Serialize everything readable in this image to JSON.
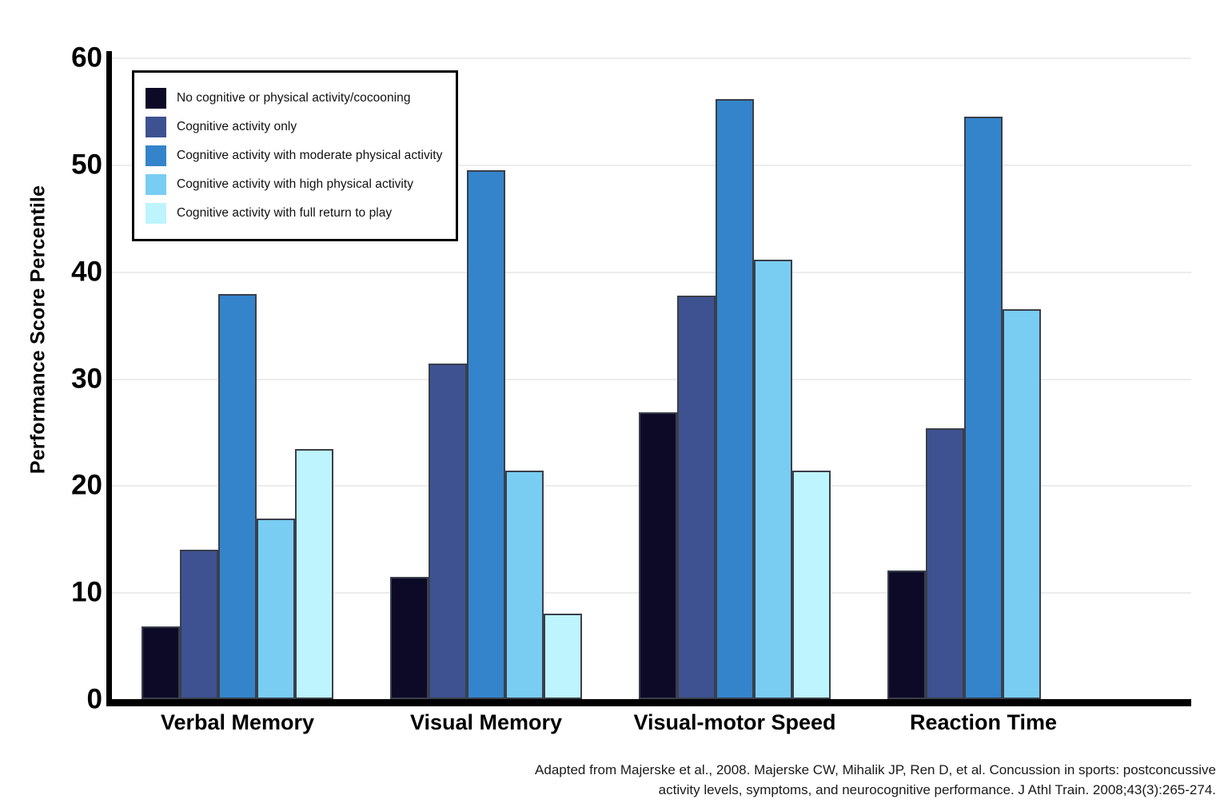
{
  "chart_data": {
    "type": "bar",
    "title": "",
    "xlabel": "",
    "ylabel": "Performance Score Percentile",
    "ylim": [
      0,
      60
    ],
    "yticks": [
      0,
      10,
      20,
      30,
      40,
      50,
      60
    ],
    "grid": true,
    "legend_position": "top-left",
    "categories": [
      "Verbal Memory",
      "Visual Memory",
      "Visual-motor Speed",
      "Reaction Time"
    ],
    "series": [
      {
        "name": "No cognitive or physical activity/cocooning",
        "color": "#0d0a28",
        "values": [
          6.8,
          11.4,
          26.8,
          12.0
        ]
      },
      {
        "name": "Cognitive activity only",
        "color": "#3e5291",
        "values": [
          14.0,
          31.4,
          37.7,
          25.3
        ]
      },
      {
        "name": "Cognitive activity with moderate physical activity",
        "color": "#3484cb",
        "values": [
          37.9,
          49.5,
          56.1,
          54.5
        ]
      },
      {
        "name": "Cognitive activity with high physical activity",
        "color": "#79cdf2",
        "values": [
          16.9,
          21.4,
          41.1,
          36.5
        ]
      },
      {
        "name": "Cognitive activity with full return to play",
        "color": "#bdf4fd",
        "values": [
          23.4,
          8.0,
          21.4,
          null
        ]
      }
    ]
  },
  "axis": {
    "y_title": "Performance Score Percentile",
    "y_tick_labels": [
      "0",
      "10",
      "20",
      "30",
      "40",
      "50",
      "60"
    ],
    "x_tick_labels": [
      "Verbal Memory",
      "Visual Memory",
      "Visual-motor Speed",
      "Reaction Time"
    ]
  },
  "legend": {
    "items": [
      {
        "label": "No cognitive or physical activity/cocooning",
        "color": "#0d0a28"
      },
      {
        "label": "Cognitive activity only",
        "color": "#3e5291"
      },
      {
        "label": "Cognitive activity with moderate physical activity",
        "color": "#3484cb"
      },
      {
        "label": "Cognitive activity with high physical activity",
        "color": "#79cdf2"
      },
      {
        "label": "Cognitive activity with full return to play",
        "color": "#bdf4fd"
      }
    ]
  },
  "caption": {
    "line1": "Adapted from Majerske et al., 2008. Majerske CW, Mihalik JP, Ren D, et al. Concussion in sports: postconcussive",
    "line2": "activity levels, symptoms, and neurocognitive performance. J Athl Train. 2008;43(3):265-274."
  },
  "style": {
    "bar_border_color": "#3a3f4a",
    "gridline_color": "#ececec",
    "axis_color": "#000000",
    "background": "#ffffff"
  }
}
